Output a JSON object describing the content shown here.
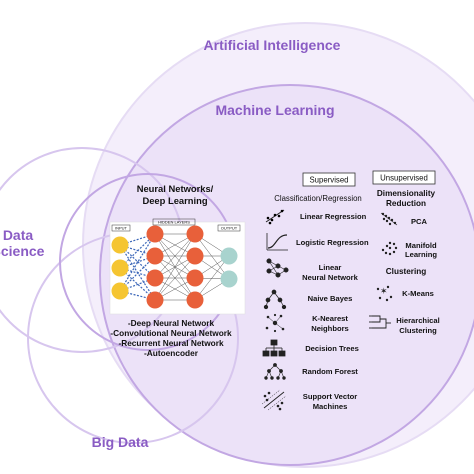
{
  "colors": {
    "ai_fill": "#f4eefb",
    "ai_stroke": "#e6dcf4",
    "ml_fill": "#ece2f8",
    "ml_stroke": "#c2a7e3",
    "circle_stroke": "#d7c6ee",
    "title": "#8a5cc4",
    "input_node": "#f5c531",
    "hidden_node": "#e8603a",
    "output_node": "#a8d3ce",
    "nn_box": "#ffffff"
  },
  "circles": {
    "ai_title": "Artificial Intelligence",
    "ml_title": "Machine Learning",
    "ds_title_line1": "Data",
    "ds_title_line2": "Science",
    "bd_title": "Big Data"
  },
  "neural_networks": {
    "title_line1": "Neural Networks/",
    "title_line2": "Deep Learning",
    "input_label": "INPUT",
    "hidden_label": "HIDDEN LAYERS",
    "output_label": "OUTPUT",
    "items": [
      "-Deep Neural Network",
      "-Convolutional Neural Network",
      "-Recurrent Neural Network",
      "-Autoencoder"
    ]
  },
  "supervised": {
    "header": "Supervised",
    "subheader": "Classification/Regression",
    "items": [
      {
        "icon": "scatter-line-icon",
        "lines": [
          "Linear Regression"
        ]
      },
      {
        "icon": "sigmoid-curve-icon",
        "lines": [
          "Logistic Regression"
        ]
      },
      {
        "icon": "network-nodes-icon",
        "lines": [
          "Linear",
          "Neural Network"
        ]
      },
      {
        "icon": "bayes-tree-icon",
        "lines": [
          "Naive Bayes"
        ]
      },
      {
        "icon": "nearest-neighbors-icon",
        "lines": [
          "K-Nearest",
          "Neighbors"
        ]
      },
      {
        "icon": "decision-tree-icon",
        "lines": [
          "Decision Trees"
        ]
      },
      {
        "icon": "random-forest-icon",
        "lines": [
          "Random Forest"
        ]
      },
      {
        "icon": "svm-icon",
        "lines": [
          "Support Vector",
          "Machines"
        ]
      }
    ]
  },
  "unsupervised": {
    "header": "Unsupervised",
    "dimred_title_line1": "Dimensionality",
    "dimred_title_line2": "Reduction",
    "dimred_items": [
      {
        "icon": "pca-icon",
        "lines": [
          "PCA"
        ]
      },
      {
        "icon": "manifold-icon",
        "lines": [
          "Manifold",
          "Learning"
        ]
      }
    ],
    "clustering_title": "Clustering",
    "clustering_items": [
      {
        "icon": "kmeans-icon",
        "lines": [
          "K-Means"
        ]
      },
      {
        "icon": "dendrogram-icon",
        "lines": [
          "Hierarchical",
          "Clustering"
        ]
      }
    ]
  }
}
